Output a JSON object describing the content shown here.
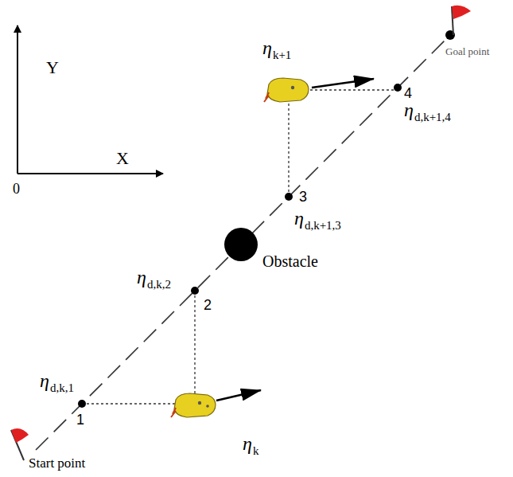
{
  "diagram": {
    "labels": [
      "Y",
      "X",
      "0",
      "Goal point",
      "η",
      "k+1",
      "4",
      "η",
      "d,k+1,4",
      "3",
      "η",
      "d,k+1,3",
      "η",
      "d,k,2",
      "Obstacle",
      "2",
      "η",
      "d,k,1",
      "1",
      "Start point",
      "η",
      "k"
    ]
  }
}
